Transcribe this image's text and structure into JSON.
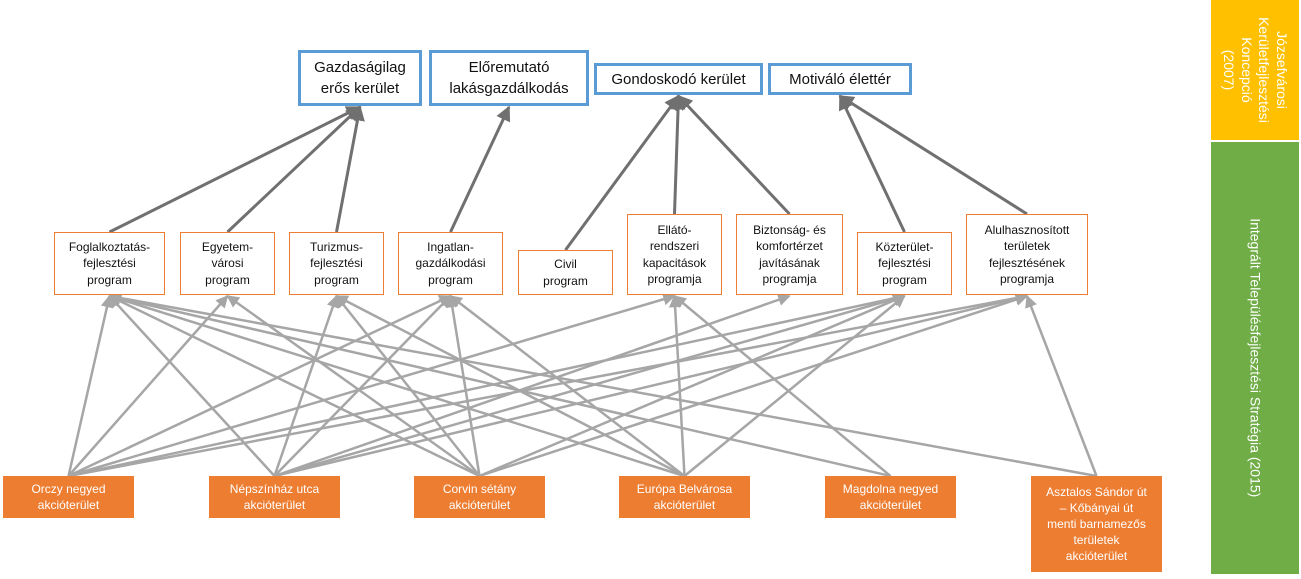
{
  "colors": {
    "goal_border": "#5b9bd5",
    "program_border": "#ed7d31",
    "action_area_fill": "#ed7d31",
    "upper_arrow": "#707070",
    "lower_arrow": "#a6a6a6",
    "side_top": "#ffc000",
    "side_bottom": "#70ad47"
  },
  "goals": {
    "gazdasag": "Gazdaságilag\nerős kerület",
    "lakas": "Előremutató\nlakásgazdálkodás",
    "gondoskodo": "Gondoskodó kerület",
    "motivalo": "Motiváló élettér"
  },
  "programs": {
    "foglalkoztatas": "Foglalkoztatás-\nfejlesztési\nprogram",
    "egyetem": "Egyetem-\nvárosi\nprogram",
    "turizmus": "Turizmus-\nfejlesztési\nprogram",
    "ingatlan": "Ingatlan-\ngazdálkodási\nprogram",
    "civil": "Civil\nprogram",
    "ellato": "Ellátó-\nrendszeri\nkapacitások\nprogramja",
    "biztonsag": "Biztonság- és\nkomfortérzet\njavításának\nprogramja",
    "kozterulet": "Közterület-\nfejlesztési\nprogram",
    "alulhasznositott": "Alulhasznosított\nterületek\nfejlesztésének\nprogramja"
  },
  "areas": {
    "orczy": "Orczy negyed\nakcióterület",
    "nepszinhaz": "Népszínház utca\nakcióterület",
    "corvin": "Corvin sétány\nakcióterület",
    "europa": "Európa Belvárosa\nakcióterület",
    "magdolna": "Magdolna negyed\nakcióterület",
    "asztalos": "Asztalos Sándor út\n– Kőbányai út\nmenti barnamezős\nterületek\nakcióterület"
  },
  "side": {
    "top": "Józsefvárosi\nKerületfejlesztési\nKoncepció (2007)",
    "bottom": "Integrált Településfejlesztési Stratégia (2015)"
  },
  "upper_links": [
    [
      "foglalkoztatas",
      "gazdasag"
    ],
    [
      "egyetem",
      "gazdasag"
    ],
    [
      "turizmus",
      "gazdasag"
    ],
    [
      "ingatlan",
      "lakas"
    ],
    [
      "civil",
      "gondoskodo"
    ],
    [
      "ellato",
      "gondoskodo"
    ],
    [
      "biztonsag",
      "gondoskodo"
    ],
    [
      "kozterulet",
      "motivalo"
    ],
    [
      "alulhasznositott",
      "motivalo"
    ]
  ],
  "lower_links": [
    [
      "orczy",
      "foglalkoztatas"
    ],
    [
      "orczy",
      "egyetem"
    ],
    [
      "orczy",
      "ingatlan"
    ],
    [
      "orczy",
      "ellato"
    ],
    [
      "orczy",
      "kozterulet"
    ],
    [
      "orczy",
      "alulhasznositott"
    ],
    [
      "nepszinhaz",
      "foglalkoztatas"
    ],
    [
      "nepszinhaz",
      "turizmus"
    ],
    [
      "nepszinhaz",
      "ingatlan"
    ],
    [
      "nepszinhaz",
      "biztonsag"
    ],
    [
      "nepszinhaz",
      "kozterulet"
    ],
    [
      "nepszinhaz",
      "alulhasznositott"
    ],
    [
      "corvin",
      "foglalkoztatas"
    ],
    [
      "corvin",
      "egyetem"
    ],
    [
      "corvin",
      "turizmus"
    ],
    [
      "corvin",
      "ingatlan"
    ],
    [
      "corvin",
      "kozterulet"
    ],
    [
      "corvin",
      "alulhasznositott"
    ],
    [
      "europa",
      "foglalkoztatas"
    ],
    [
      "europa",
      "turizmus"
    ],
    [
      "europa",
      "ingatlan"
    ],
    [
      "europa",
      "ellato"
    ],
    [
      "europa",
      "kozterulet"
    ],
    [
      "magdolna",
      "foglalkoztatas"
    ],
    [
      "magdolna",
      "ellato"
    ],
    [
      "asztalos",
      "foglalkoztatas"
    ],
    [
      "asztalos",
      "alulhasznositott"
    ]
  ]
}
